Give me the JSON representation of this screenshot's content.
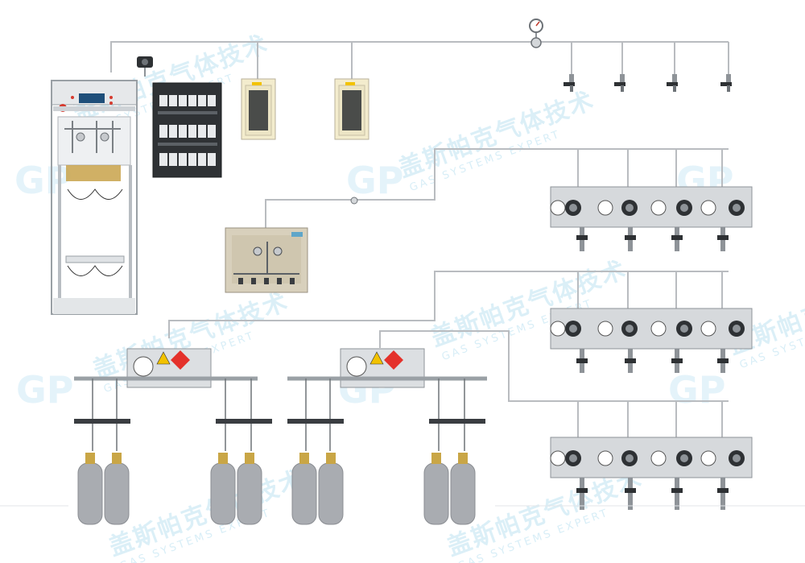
{
  "watermark": {
    "brand_cn": "盖斯帕克气体技术",
    "brand_en": "GAS SYSTEMS EXPERT",
    "logo_letters": "GP"
  },
  "colors": {
    "pipe": "#b9bcc0",
    "line_blue": "#69a8cf",
    "hazard_red": "#e4312b",
    "hazard_yellow": "#f2c200",
    "cabinet_cream": "#f3eccd",
    "watermark": "#bfe3f2"
  },
  "icons": {
    "gas_cabinet": "gas-cabinet-icon",
    "alarm_panel": "gas-alarm-panel-icon",
    "cylinder": "gas-cylinder-icon",
    "regulator": "pressure-regulator-icon",
    "hazard": "flammable-hazard-icon"
  }
}
